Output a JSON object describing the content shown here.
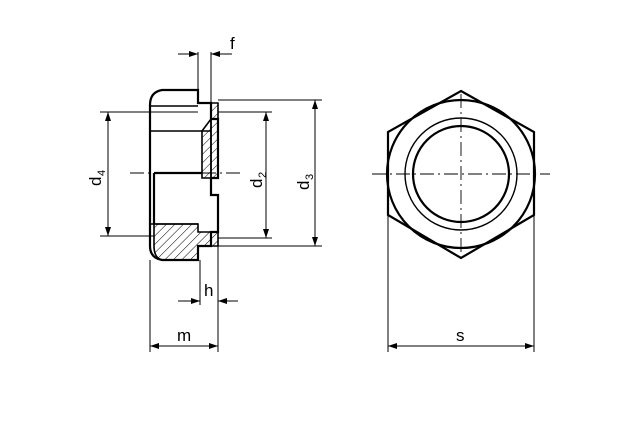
{
  "dimensions": {
    "f": "f",
    "h": "h",
    "m": "m",
    "s": "s",
    "d2": {
      "base": "d",
      "sub": "2"
    },
    "d3": {
      "base": "d",
      "sub": "3"
    },
    "d4": {
      "base": "d",
      "sub": "4"
    }
  }
}
